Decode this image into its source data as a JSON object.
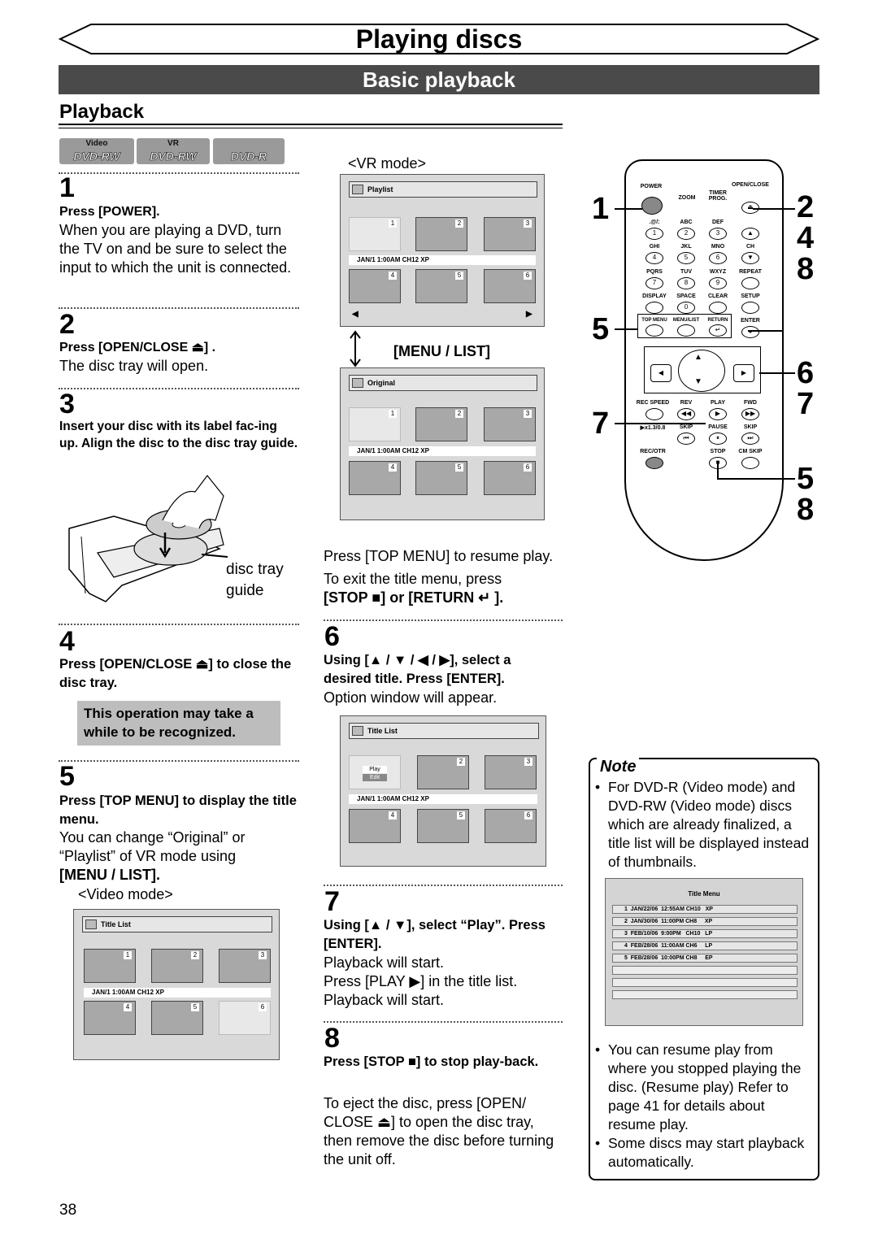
{
  "header": {
    "title": "Playing discs",
    "subtitle": "Basic playback",
    "section": "Playback"
  },
  "disc_logos": [
    {
      "caption": "Video",
      "name": "DVD-RW"
    },
    {
      "caption": "VR",
      "name": "DVD-RW"
    },
    {
      "caption": "",
      "name": "DVD-R"
    }
  ],
  "steps": {
    "s1": {
      "num": "1",
      "head": "Press [POWER].",
      "body": "When you are playing a DVD, turn the TV on and be sure to select the input to which the unit is connected."
    },
    "s2": {
      "num": "2",
      "head": "Press [OPEN/CLOSE ⏏] .",
      "body": "The disc tray will open."
    },
    "s3": {
      "num": "3",
      "head": "Insert your disc with its label fac-ing up. Align the disc to the disc tray guide.",
      "tray_label": "disc tray guide"
    },
    "s4": {
      "num": "4",
      "head": "Press [OPEN/CLOSE ⏏] to close the disc tray.",
      "note": "This operation may take a while to be recognized."
    },
    "s5": {
      "num": "5",
      "head": "Press [TOP MENU] to display the title menu.",
      "body": "You can change “Original” or “Playlist” of  VR mode using",
      "body_bold": "[MENU / LIST].",
      "video_mode": "<Video mode>"
    },
    "s6": {
      "num": "6",
      "head": "Using [▲ / ▼ / ◀ / ▶], select a desired title. Press [ENTER].",
      "body": "Option window will appear."
    },
    "s7": {
      "num": "7",
      "head": "Using [▲ / ▼], select “Play”. Press [ENTER].",
      "body1": "Playback will start.",
      "body2": "Press [PLAY ▶] in the title list.",
      "body3": "Playback will start."
    },
    "s8": {
      "num": "8",
      "head": "Press [STOP ■] to stop play-back.",
      "body": "To eject the disc, press [OPEN/ CLOSE ⏏] to open the disc tray, then remove the disc before turning the unit off."
    }
  },
  "vr": {
    "mode": "<VR mode>",
    "menu_list": "[MENU / LIST]",
    "resume": "Press [TOP MENU] to resume play.",
    "exit1": "To exit the title menu, press",
    "exit2": "[STOP ■] or [RETURN ↵ ]."
  },
  "screens": {
    "playlist": "Playlist",
    "original": "Original",
    "titlelist": "Title List",
    "info": "JAN/1 1:00AM CH12 XP",
    "play": "Play",
    "edit": "Edit",
    "thumbs": [
      "1",
      "2",
      "3",
      "4",
      "5",
      "6"
    ]
  },
  "remote": {
    "numbers_right": [
      "2",
      "4",
      "8",
      "6",
      "7",
      "5",
      "8"
    ],
    "numbers_left": [
      "1",
      "5",
      "7"
    ],
    "labels": {
      "power": "POWER",
      "zoom": "ZOOM",
      "timer": "TIMER PROG.",
      "open": "OPEN/CLOSE",
      "abc": "ABC",
      "def": "DEF",
      "sym": ".@/:",
      "ghi": "GHI",
      "jkl": "JKL",
      "mno": "MNO",
      "ch": "CH",
      "pqrs": "PQRS",
      "tuv": "TUV",
      "wxyz": "WXYZ",
      "repeat": "REPEAT",
      "display": "DISPLAY",
      "space": "SPACE",
      "clear": "CLEAR",
      "setup": "SETUP",
      "topmenu": "TOP MENU",
      "menulist": "MENU/LIST",
      "return": "RETURN",
      "enter": "ENTER",
      "recspeed": "REC SPEED",
      "rev": "REV",
      "play": "PLAY",
      "fwd": "FWD",
      "x13": "▶x1.3/0.8",
      "skip1": "SKIP",
      "pause": "PAUSE",
      "skip2": "SKIP",
      "recotr": "REC/OTR",
      "stop": "STOP",
      "cmskip": "CM SKIP"
    },
    "keys": [
      "1",
      "2",
      "3",
      "4",
      "5",
      "6",
      "7",
      "8",
      "9",
      "0"
    ]
  },
  "note": {
    "title": "Note",
    "b1": "For DVD-R (Video mode) and DVD-RW (Video mode) discs which are already finalized, a title list will be displayed instead of thumbnails.",
    "b2": "You can resume play from where you stopped playing the disc. (Resume play) Refer to page 41 for details about resume play.",
    "b3": "Some discs may start playback automatically.",
    "title_menu": "Title Menu",
    "rows": [
      "1  JAN/22/06  12:55AM CH10   XP",
      "2  JAN/30/06  11:00PM CH8     XP",
      "3  FEB/10/06  9:00PM   CH10   LP",
      "4  FEB/28/06  11:00AM CH6     LP",
      "5  FEB/28/06  10:00PM CH8     EP"
    ]
  },
  "page_number": "38"
}
